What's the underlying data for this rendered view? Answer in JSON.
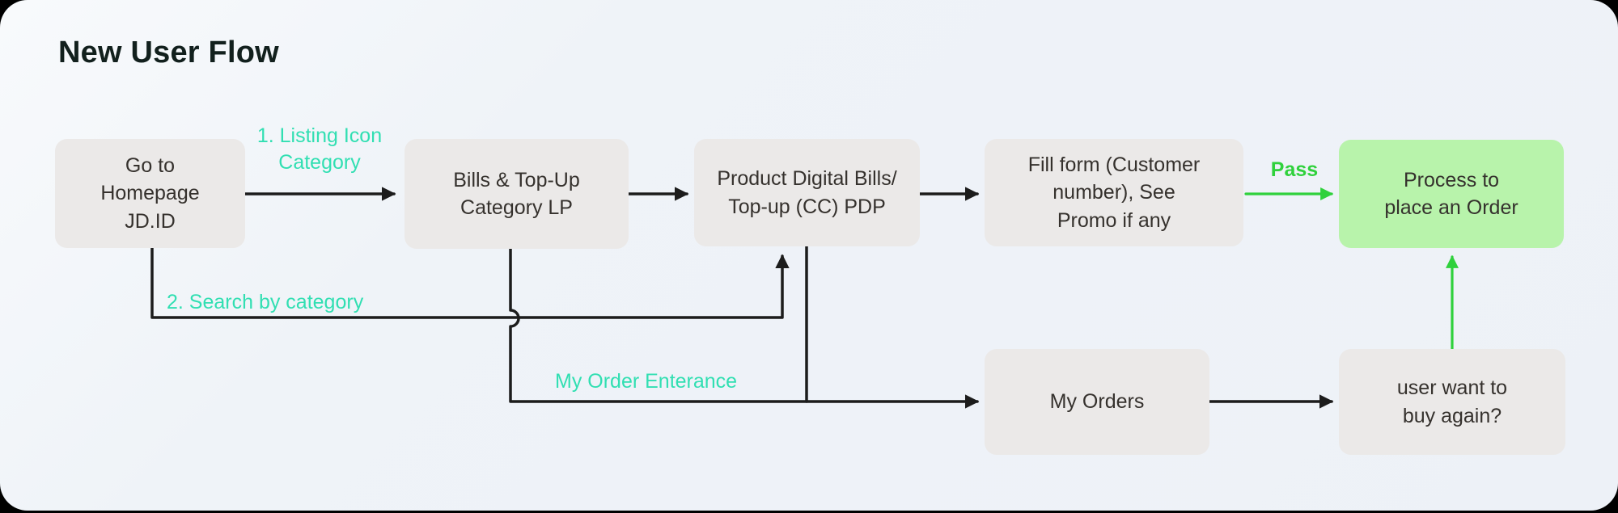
{
  "page": {
    "title": "New User Flow"
  },
  "colors": {
    "canvas_bg": "#eff3f8",
    "node_bg": "#ebe9e8",
    "node_text": "#35312d",
    "success_node_bg": "#b8f3ab",
    "connector": "#1c1c1c",
    "accent_teal": "#31dfb2",
    "accent_green": "#2fd13c"
  },
  "nodes": [
    {
      "id": "go-homepage",
      "label": "Go to Homepage JD.ID"
    },
    {
      "id": "bills-topup-category-lp",
      "label": "Bills & Top-Up Category LP"
    },
    {
      "id": "product-digital-pdp",
      "label": "Product Digital Bills/ Top-up (CC) PDP"
    },
    {
      "id": "fill-form",
      "label": "Fill form (Customer number), See Promo if any"
    },
    {
      "id": "process-order",
      "label": "Process to place an Order"
    },
    {
      "id": "my-orders",
      "label": "My Orders"
    },
    {
      "id": "buy-again",
      "label": "user want to buy again?"
    }
  ],
  "edge_labels": [
    {
      "id": "listing-icon-category",
      "text": "1. Listing Icon Category"
    },
    {
      "id": "search-by-category",
      "text": "2. Search  by category"
    },
    {
      "id": "my-order-enterance",
      "text": "My Order Enterance"
    },
    {
      "id": "pass",
      "text": "Pass"
    }
  ]
}
